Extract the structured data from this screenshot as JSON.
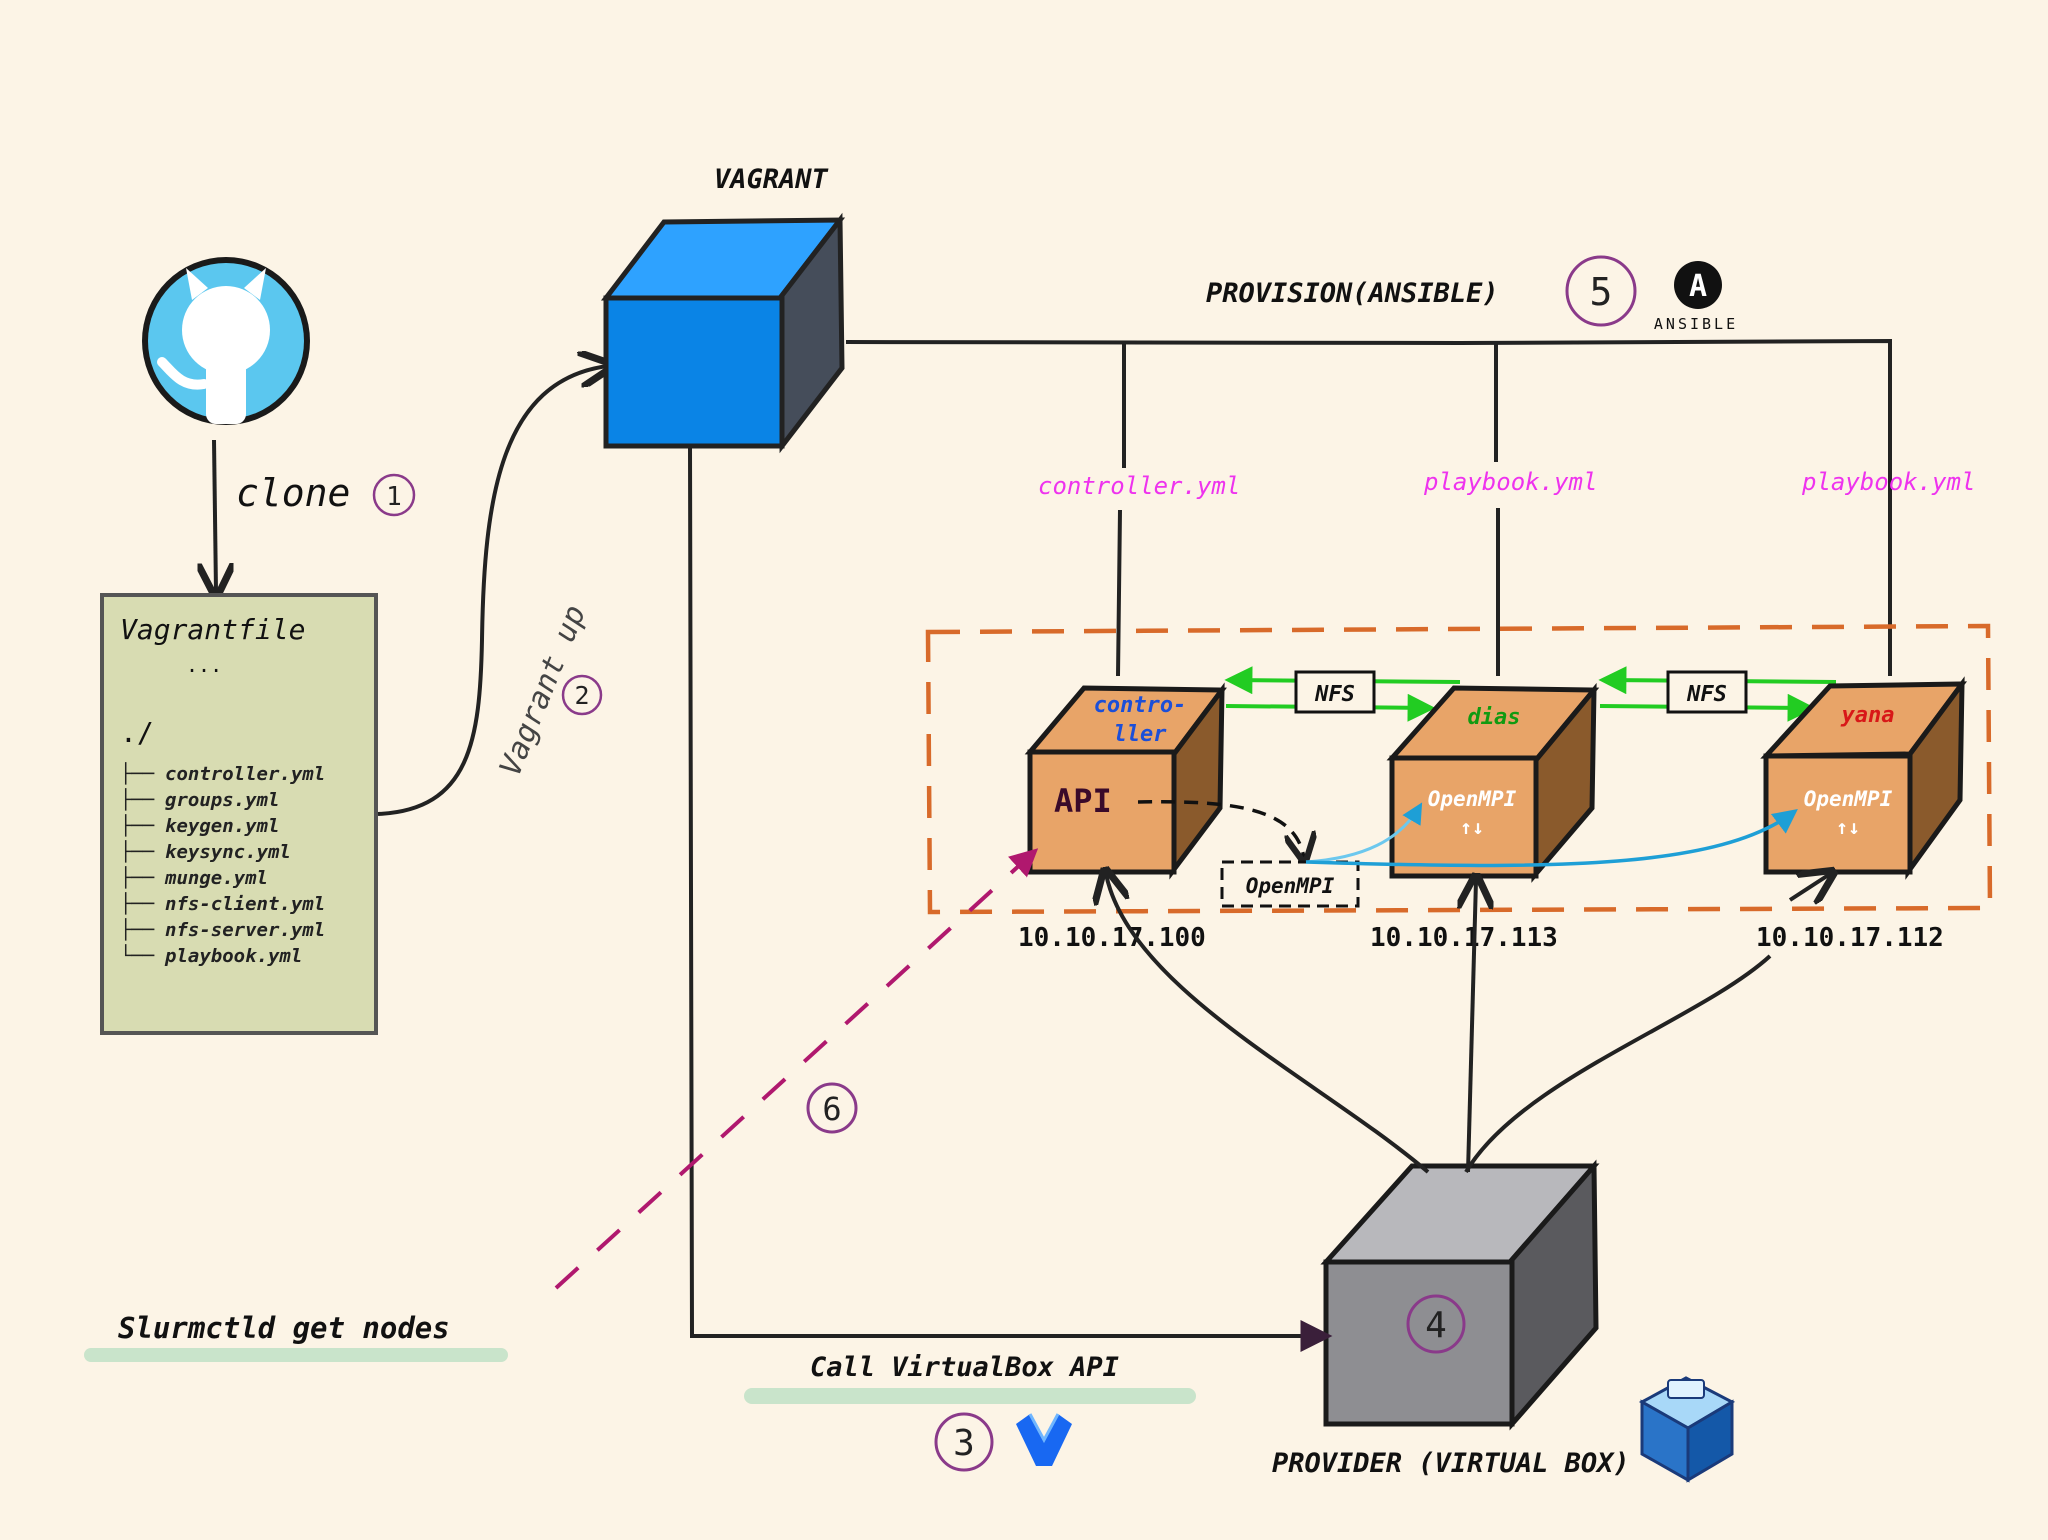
{
  "vagrant": {
    "title": "VAGRANT"
  },
  "steps": {
    "clone": {
      "label": "clone",
      "num": "1"
    },
    "vagrant_up": {
      "label": "Vagrant up",
      "num": "2"
    },
    "call_api": {
      "label": "Call VirtualBox API",
      "num": "3"
    },
    "provider": {
      "num": "4",
      "label": "PROVIDER (VIRTUAL BOX)"
    },
    "provision": {
      "label": "PROVISION(ANSIBLE)",
      "num": "5"
    },
    "slurm": {
      "label": "Slurmctld get nodes",
      "num": "6"
    }
  },
  "ansible": {
    "logo_letter": "A",
    "wordmark": "ANSIBLE"
  },
  "vagrantfile": {
    "title": "Vagrantfile",
    "ellipsis": "...",
    "dir": "./",
    "files": [
      "controller.yml",
      "groups.yml",
      "keygen.yml",
      "keysync.yml",
      "munge.yml",
      "nfs-client.yml",
      "nfs-server.yml",
      "playbook.yml"
    ],
    "tree_branch": "├──",
    "tree_last": "└──"
  },
  "playbooks": [
    "controller.yml",
    "playbook.yml",
    "playbook.yml"
  ],
  "nodes": {
    "controller": {
      "name_line1": "contro-",
      "name_line2": "ller",
      "api": "API",
      "ip": "10.10.17.100"
    },
    "dias": {
      "name": "dias",
      "mpi": "OpenMPI",
      "arrows": "↑↓",
      "ip": "10.10.17.113"
    },
    "yana": {
      "name": "yana",
      "mpi": "OpenMPI",
      "arrows": "↑↓",
      "ip": "10.10.17.112"
    }
  },
  "nfs_labels": [
    "NFS",
    "NFS"
  ],
  "openmpi_box": "OpenMPI",
  "colors": {
    "background": "#fcf4e6",
    "vagrant_blue": "#0a84e6",
    "node_orange": "#e8a468",
    "provider_gray": "#8e8e92",
    "nfs_green": "#22cc22",
    "mpi_cyan": "#1e9fd6",
    "step6_magenta": "#b0186e",
    "cluster_border": "#d86a2a",
    "yml_pink": "#ee33ee"
  },
  "icons": [
    "github-octocat-icon",
    "ansible-logo-icon",
    "vagrant-logo-icon",
    "virtualbox-logo-icon"
  ]
}
